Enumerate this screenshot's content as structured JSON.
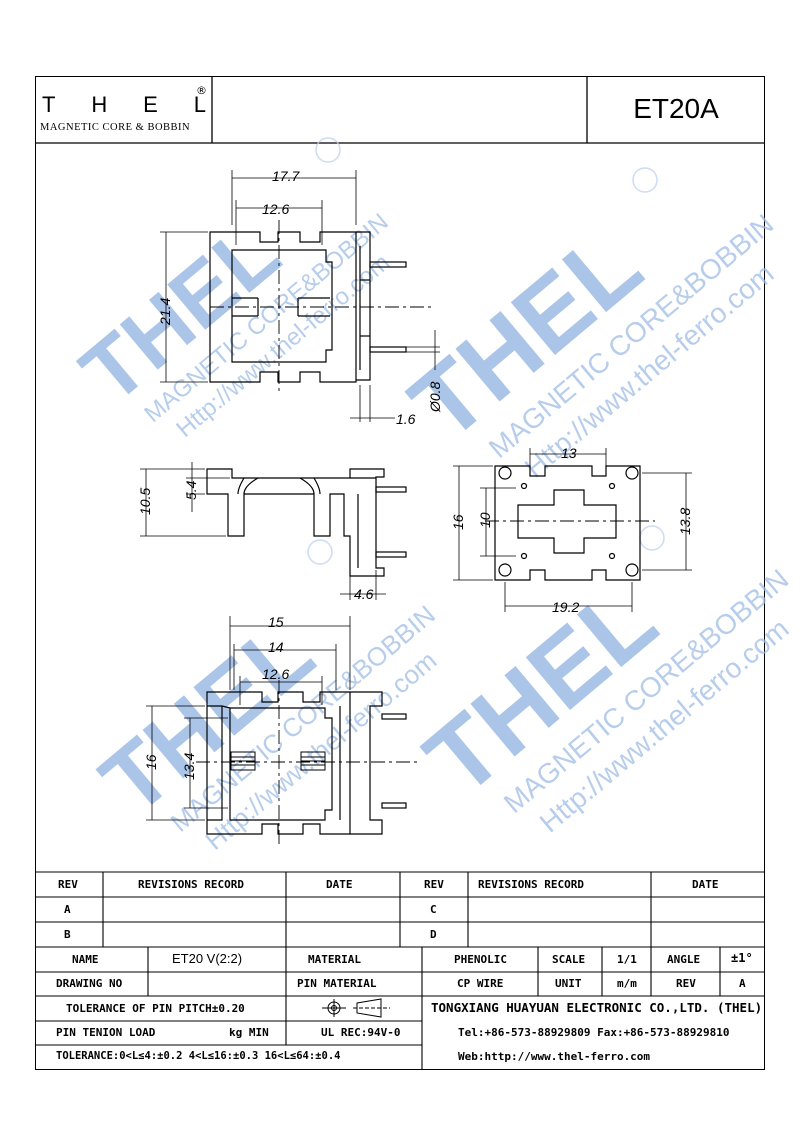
{
  "header": {
    "logo_letters": [
      "T",
      "H",
      "E",
      "L"
    ],
    "logo_registered": "®",
    "logo_tagline": "MAGNETIC CORE & BOBBIN",
    "part_number": "ET20A"
  },
  "watermark": {
    "brand": "THEL",
    "tagline": "MAGNETIC CORE&BOBBIN",
    "url": "Http://www.thel-ferro.com"
  },
  "dimensions": {
    "top_view": {
      "w1": "17.7",
      "w2": "12.6",
      "h1": "21.4",
      "pin_dia": "Ø0.8",
      "pin_off": "1.6"
    },
    "side_view": {
      "h1": "10.5",
      "h2": "5.4",
      "w1": "4.6"
    },
    "bottom_view": {
      "w1": "13",
      "w2": "19.2",
      "h1": "16",
      "h2": "10",
      "h3": "13.8"
    },
    "front_view": {
      "w1": "15",
      "w2": "14",
      "w3": "12.6",
      "h1": "16",
      "h2": "13.4"
    }
  },
  "title_block": {
    "rev_header": "REV",
    "revisions_header": "REVISIONS RECORD",
    "date_header": "DATE",
    "rev_rows_left": [
      "A",
      "B"
    ],
    "rev_rows_right": [
      "C",
      "D"
    ],
    "name_label": "NAME",
    "name_value": "ET20 V(2:2)",
    "material_label": "MATERIAL",
    "material_value": "PHENOLIC",
    "scale_label": "SCALE",
    "scale_value": "1/1",
    "angle_label": "ANGLE",
    "angle_value": "±1°",
    "drawing_no_label": "DRAWING NO",
    "pin_material_label": "PIN MATERIAL",
    "pin_material_value": "CP WIRE",
    "unit_label": "UNIT",
    "unit_value": "m/m",
    "rev_label": "REV",
    "rev_value": "A",
    "tol_pitch": "TOLERANCE OF PIN PITCH±0.20",
    "company": "TONGXIANG HUAYUAN ELECTRONIC CO.,LTD.  (THEL)",
    "pin_tension_label": "PIN TENION LOAD",
    "pin_tension_unit": "kg MIN",
    "ul_rec": "UL REC:94V-0",
    "contact": "Tel:+86-573-88929809 Fax:+86-573-88929810",
    "tolerance": "TOLERANCE:0<L≤4:±0.2  4<L≤16:±0.3  16<L≤64:±0.4",
    "web": "Web:http://www.thel-ferro.com"
  }
}
